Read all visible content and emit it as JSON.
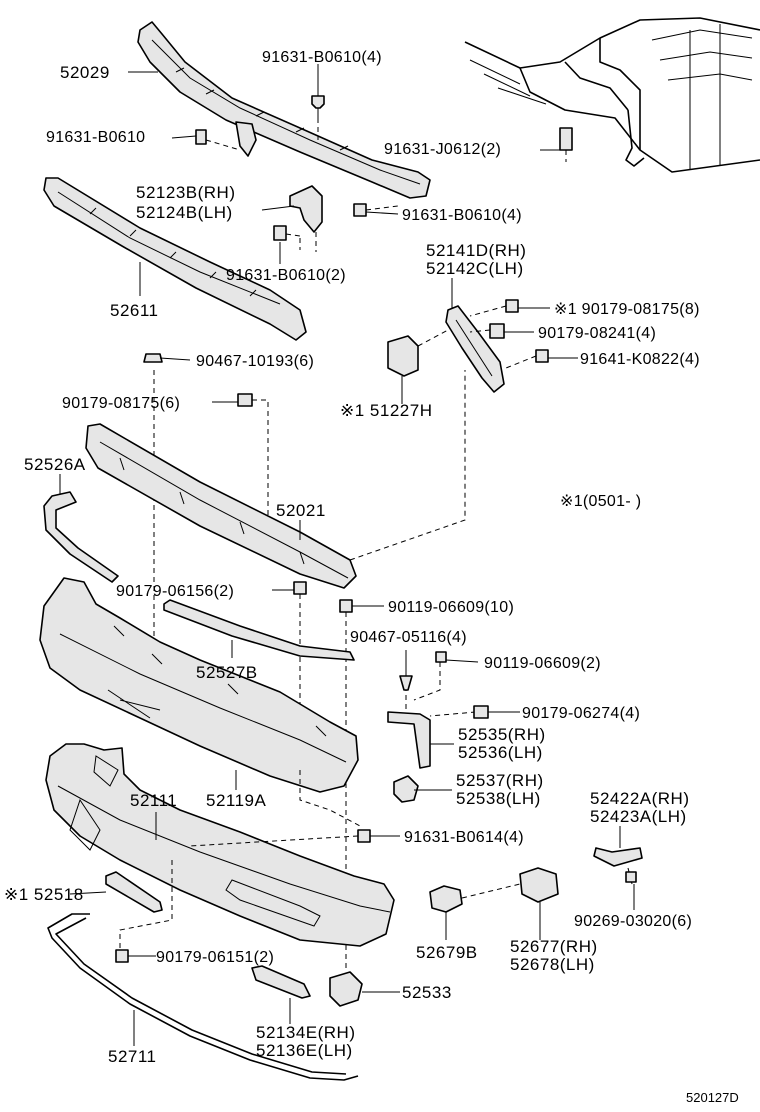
{
  "labels": {
    "p52029": "52029",
    "p91631_b0610_4_top": "91631-B0610(4)",
    "p91631_b0610_left": "91631-B0610",
    "p91631_j0612": "91631-J0612(2)",
    "p52123b": "52123B(RH)",
    "p52124b": "52124B(LH)",
    "p91631_b0610_4_mid": "91631-B0610(4)",
    "p91631_b0610_2": "91631-B0610(2)",
    "p52141d": "52141D(RH)",
    "p52142c": "52142C(LH)",
    "p52611": "52611",
    "p90179_08175_8": "※1 90179-08175(8)",
    "p90179_08241": "90179-08241(4)",
    "p91641_k0822": "91641-K0822(4)",
    "p90467_10193": "90467-10193(6)",
    "p90179_08175_6": "90179-08175(6)",
    "p51227h": "※1 51227H",
    "p52526a": "52526A",
    "p52021": "52021",
    "note": "※1(0501-      )",
    "p90179_06156": "90179-06156(2)",
    "p90119_06609_10": "90119-06609(10)",
    "p90467_05116": "90467-05116(4)",
    "p52527b": "52527B",
    "p90119_06609_2": "90119-06609(2)",
    "p90179_06274": "90179-06274(4)",
    "p52535": "52535(RH)",
    "p52536": "52536(LH)",
    "p52537": "52537(RH)",
    "p52538": "52538(LH)",
    "p52111": "52111",
    "p52119a": "52119A",
    "p52422a": "52422A(RH)",
    "p52423a": "52423A(LH)",
    "p91631_b0614": "91631-B0614(4)",
    "p52518": "※1 52518",
    "p90269_03020": "90269-03020(6)",
    "p52679b": "52679B",
    "p52677": "52677(RH)",
    "p52678": "52678(LH)",
    "p90179_06151": "90179-06151(2)",
    "p52533": "52533",
    "p52134e": "52134E(RH)",
    "p52136e": "52136E(LH)",
    "p52711": "52711",
    "diagram_id": "520127D"
  }
}
